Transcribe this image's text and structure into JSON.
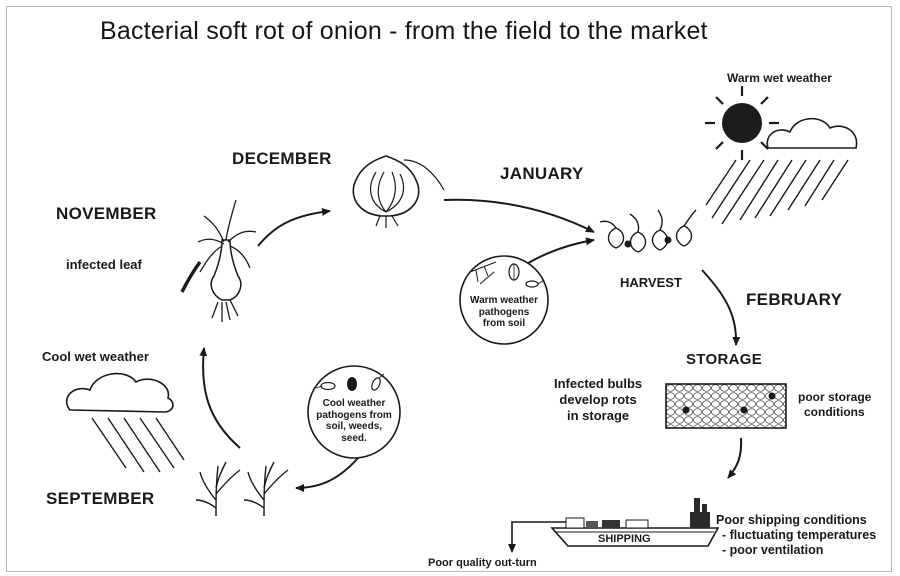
{
  "title": "Bacterial soft rot of onion - from the field to the market",
  "months": {
    "december": "DECEMBER",
    "january": "JANUARY",
    "november": "NOVEMBER",
    "february": "FEBRUARY",
    "september": "SEPTEMBER"
  },
  "labels": {
    "warm_wet_weather": "Warm wet weather",
    "infected_leaf": "infected leaf",
    "harvest": "HARVEST",
    "storage": "STORAGE",
    "cool_wet_weather": "Cool wet weather",
    "infected_bulbs": [
      "Infected bulbs",
      "develop rots",
      "in storage"
    ],
    "poor_storage": [
      "poor storage",
      "conditions"
    ],
    "shipping": "SHIPPING",
    "poor_shipping": [
      "Poor shipping conditions",
      "- fluctuating temperatures",
      "- poor ventilation"
    ],
    "poor_quality": "Poor quality out-turn"
  },
  "circles": {
    "warm": [
      "Warm weather",
      "pathogens",
      "from soil"
    ],
    "cool": [
      "Cool weather",
      "pathogens from",
      "soil, weeds,",
      "seed."
    ]
  }
}
